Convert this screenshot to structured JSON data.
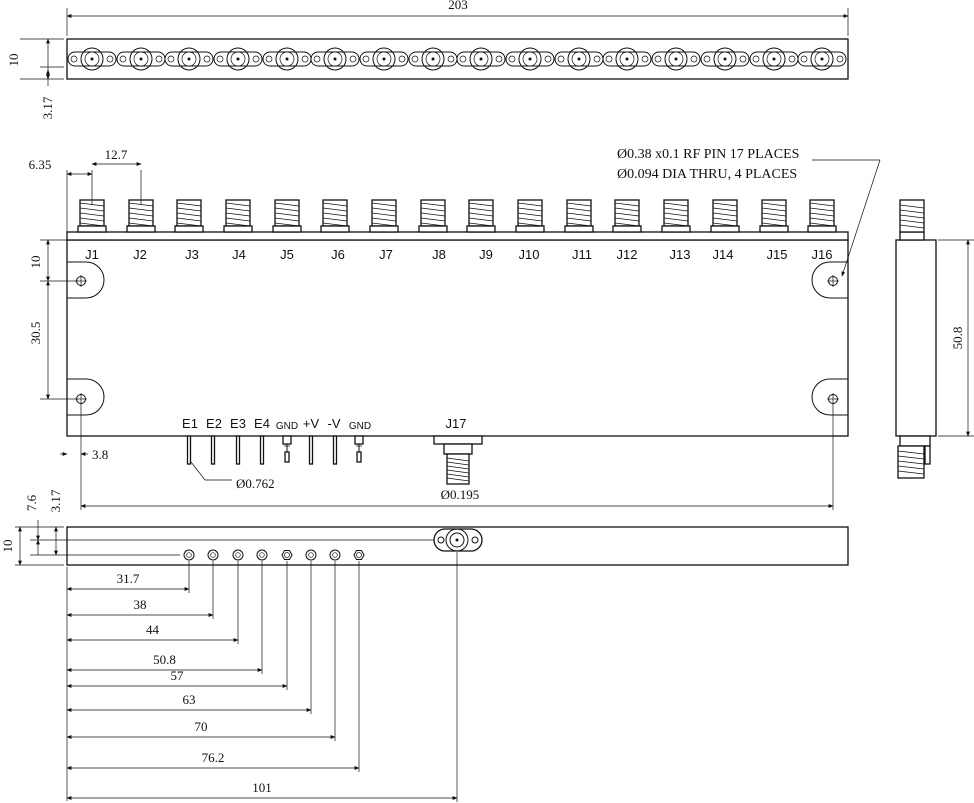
{
  "dimensions": {
    "overall_length": "203",
    "top_height": "10",
    "top_offset": "3.17",
    "pitch_first": "6.35",
    "pitch": "12.7",
    "side_height": "50.8",
    "hole_top_offset": "10",
    "hole_spacing": "30.5",
    "hole_edge_offset": "3.8",
    "pin_dia": "Ø0.762",
    "connector_dia": "Ø0.195",
    "bottom_height": "10",
    "bottom_offset_a": "7.6",
    "bottom_offset_b": "3.17",
    "pin_positions": [
      "31.7",
      "38",
      "44",
      "50.8",
      "57",
      "63",
      "70",
      "76.2",
      "101"
    ]
  },
  "notes": {
    "rf_pin": "Ø0.38 x0.1 RF PIN 17 PLACES",
    "thru_holes": "Ø0.094 DIA THRU, 4 PLACES"
  },
  "ports": [
    "J1",
    "J2",
    "J3",
    "J4",
    "J5",
    "J6",
    "J7",
    "J8",
    "J9",
    "J10",
    "J11",
    "J12",
    "J13",
    "J14",
    "J15",
    "J16"
  ],
  "port_j17": "J17",
  "pin_labels": [
    "E1",
    "E2",
    "E3",
    "E4",
    "GND",
    "+V",
    "-V",
    "GND"
  ]
}
